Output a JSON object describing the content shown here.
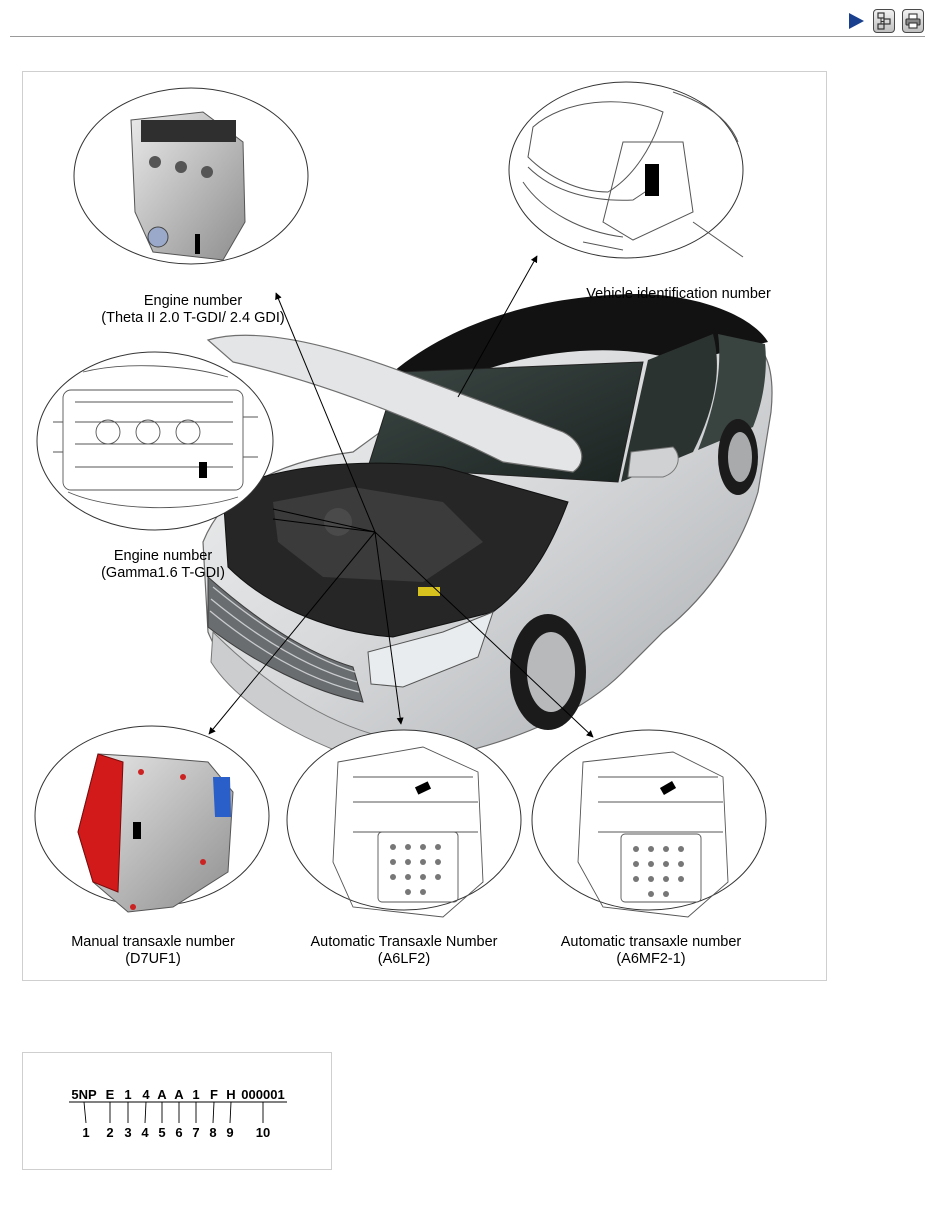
{
  "toolbar": {
    "next_icon": "play-arrow-icon",
    "nav_icon": "navigation-icon",
    "print_icon": "printer-icon",
    "accent": "#1a3f8f"
  },
  "figure": {
    "callouts": {
      "engine_theta": {
        "line1": "Engine number",
        "line2": "(Theta II 2.0 T-GDI/ 2.4 GDI)"
      },
      "vin": {
        "line1": "Vehicle identification number"
      },
      "engine_gamma": {
        "line1": "Engine number",
        "line2": "(Gamma1.6 T-GDI)"
      },
      "manual_transaxle": {
        "line1": "Manual transaxle number",
        "line2": "(D7UF1)"
      },
      "auto_a6lf2": {
        "line1": "Automatic Transaxle Number",
        "line2": "(A6LF2)"
      },
      "auto_a6mf2": {
        "line1": "Automatic transaxle number",
        "line2": "(A6MF2-1)"
      }
    }
  },
  "vin_diagram": {
    "segments": [
      "5NP",
      "E",
      "1",
      "4",
      "A",
      "A",
      "1",
      "F",
      "H",
      "000001"
    ],
    "positions": [
      "1",
      "2",
      "3",
      "4",
      "5",
      "6",
      "7",
      "8",
      "9",
      "10"
    ]
  }
}
